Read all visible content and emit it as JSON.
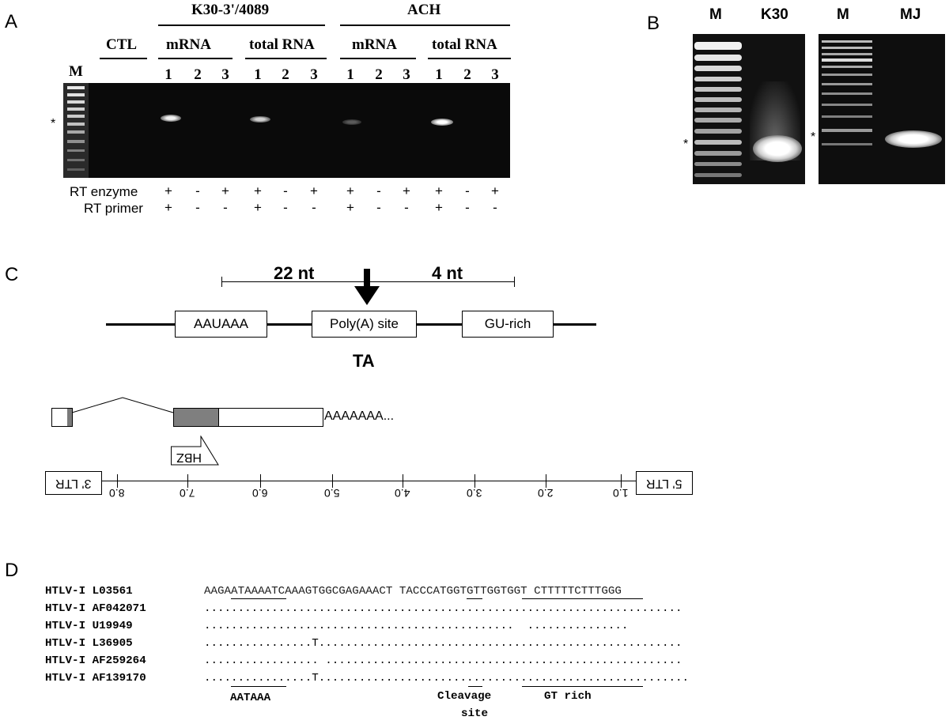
{
  "panels": {
    "a": "A",
    "b": "B",
    "c": "C",
    "d": "D"
  },
  "panel_a": {
    "group_k30": "K30-3'/4089",
    "group_ach": "ACH",
    "ctl": "CTL",
    "marker": "M",
    "sub_mrna": "mRNA",
    "sub_total": "total RNA",
    "lane_numbers": [
      "1",
      "2",
      "3",
      "1",
      "2",
      "3",
      "1",
      "2",
      "3",
      "1",
      "2",
      "3"
    ],
    "row_rt_enzyme": "RT enzyme",
    "row_rt_primer": "RT primer",
    "rt_enzyme_signs": [
      "+",
      "-",
      "+",
      "+",
      "-",
      "+",
      "+",
      "-",
      "+",
      "+",
      "-",
      "+"
    ],
    "rt_primer_signs": [
      "+",
      "-",
      "-",
      "+",
      "-",
      "-",
      "+",
      "-",
      "-",
      "+",
      "-",
      "-"
    ],
    "asterisk": "*"
  },
  "panel_b": {
    "lane_m1": "M",
    "lane_k30": "K30",
    "lane_m2": "M",
    "lane_mj": "MJ",
    "asterisk": "*"
  },
  "panel_c": {
    "dist_left": "22 nt",
    "dist_right": "4 nt",
    "box_aauaaa": "AAUAAA",
    "box_polya": "Poly(A) site",
    "box_gurich": "GU-rich",
    "ta": "TA",
    "polya_tail": "AAAAAAA...",
    "hbz": "HBZ",
    "ltr3": "3' LTR",
    "ltr5": "5' LTR",
    "scale_ticks": [
      "8.0",
      "7.0",
      "6.0",
      "5.0",
      "4.0",
      "3.0",
      "2.0",
      "1.0"
    ]
  },
  "panel_d": {
    "rows": [
      {
        "name": "HTLV-I L03561",
        "seq": "AAGAATAAAATCAAAGTGGCGAGAAACT TACCCATGGTGTTGGTGGT CTTTTTCTTTGGG"
      },
      {
        "name": "HTLV-I AF042071",
        "seq": "......................................................................."
      },
      {
        "name": "HTLV-I U19949",
        "seq": "..............................................  ..............."
      },
      {
        "name": "HTLV-I L36905",
        "seq": "................T......................................................"
      },
      {
        "name": "HTLV-I AF259264",
        "seq": "................. ....................................................."
      },
      {
        "name": "HTLV-I AF139170",
        "seq": "................T......................................................."
      }
    ],
    "label_aataaa": "AATAAA",
    "label_cleavage": "Cleavage",
    "label_site": "site",
    "label_gt": "GT rich"
  }
}
